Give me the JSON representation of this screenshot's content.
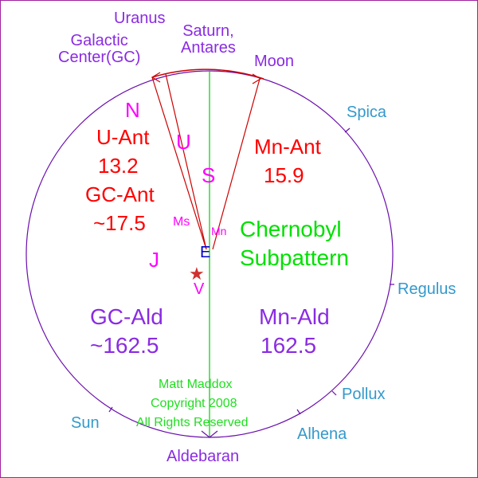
{
  "diagram": {
    "labels": {
      "uranus": "Uranus",
      "galactic_center": "Galactic\nCenter(GC)",
      "saturn_antares": "Saturn,\nAntares",
      "moon": "Moon",
      "spica": "Spica",
      "regulus": "Regulus",
      "pollux": "Pollux",
      "alhena": "Alhena",
      "aldebaran": "Aldebaran",
      "sun": "Sun"
    },
    "planet_letters": {
      "n": "N",
      "u": "U",
      "s": "S",
      "j": "J",
      "ms": "Ms",
      "mn": "Mn",
      "e": "E",
      "v": "V"
    },
    "angles": {
      "u_ant_label": "U-Ant",
      "u_ant_value": "13.2",
      "gc_ant_label": "GC-Ant",
      "gc_ant_value": "~17.5",
      "mn_ant_label": "Mn-Ant",
      "mn_ant_value": "15.9",
      "gc_ald_label": "GC-Ald",
      "gc_ald_value": "~162.5",
      "mn_ald_label": "Mn-Ald",
      "mn_ald_value": "162.5"
    },
    "subpattern": {
      "line1": "Chernobyl",
      "line2": "Subpattern"
    },
    "copyright": {
      "line1": "Matt Maddox",
      "line2": "Copyright 2008",
      "line3": "All Rights Reserved"
    },
    "colors": {
      "circle": "#6a0dad",
      "vertical_axis": "#00cc00",
      "rays": "#cc0000",
      "star_labels": "#3399cc"
    },
    "star_symbol": "★"
  }
}
